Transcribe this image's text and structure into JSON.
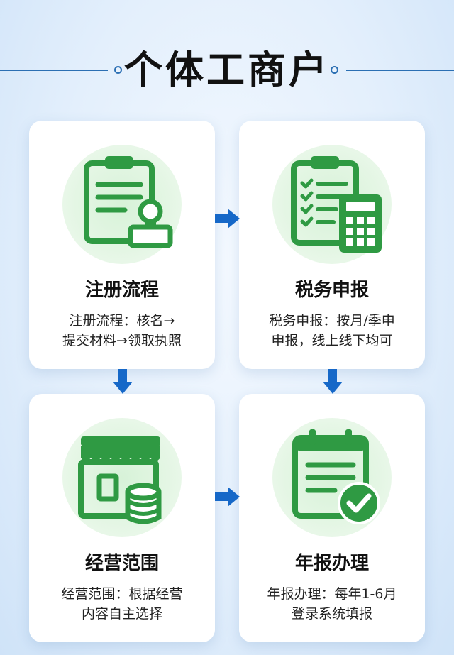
{
  "page": {
    "title": "个体工商户"
  },
  "cards": [
    {
      "title": "注册流程",
      "desc_line1": "注册流程：核名→",
      "desc_line2": "提交材料→领取执照",
      "icon": "clipboard-stamp-icon"
    },
    {
      "title": "税务申报",
      "desc_line1": "税务申报：按月/季申",
      "desc_line2": "申报，线上线下均可",
      "icon": "checklist-calculator-icon"
    },
    {
      "title": "经营范围",
      "desc_line1": "经营范围：根据经营",
      "desc_line2": "内容自主选择",
      "icon": "storefront-database-icon"
    },
    {
      "title": "年报办理",
      "desc_line1": "年报办理：每年1-6月",
      "desc_line2": "登录系统填报",
      "icon": "calendar-check-icon"
    }
  ],
  "colors": {
    "icon_green": "#2f9a43",
    "arrow_blue": "#1668c8",
    "line_blue": "#2b6fb3"
  }
}
